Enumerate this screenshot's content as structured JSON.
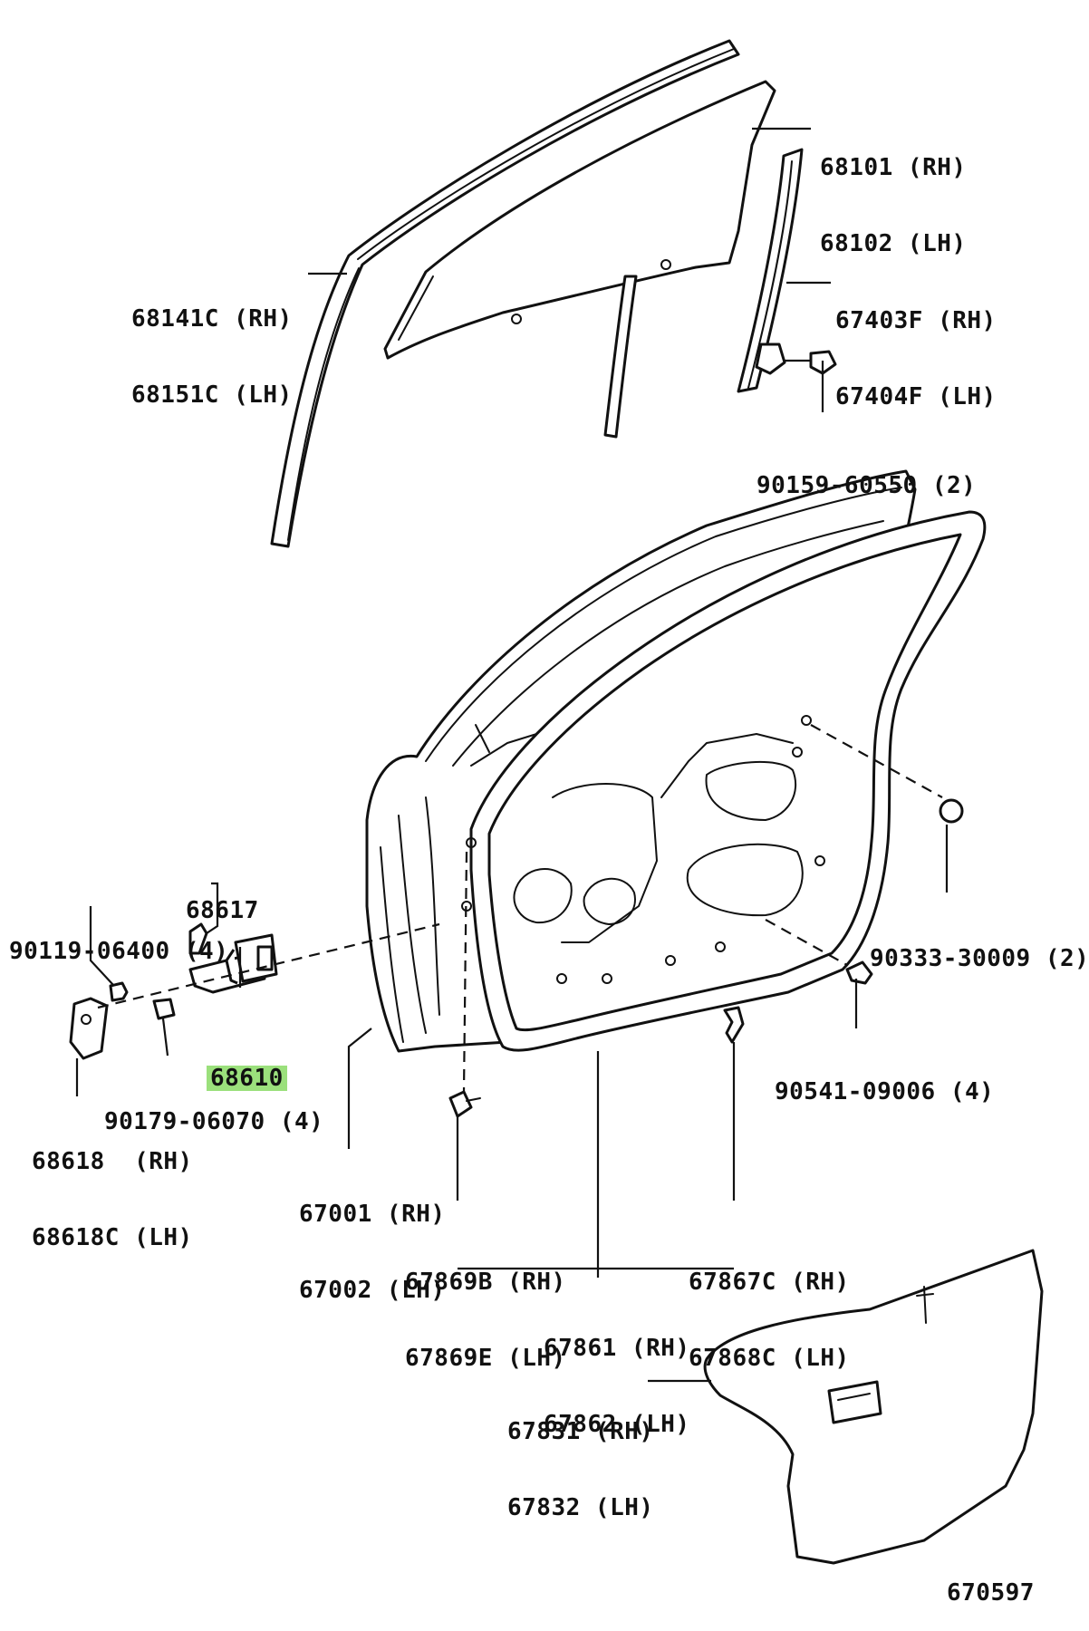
{
  "diagram_id": "670597",
  "highlight_color": "#9be07c",
  "labels": {
    "glass": [
      "68101 (RH)",
      "68102 (LH)"
    ],
    "run_channel": [
      "68141C (RH)",
      "68151C (LH)"
    ],
    "rear_channel": [
      "67403F (RH)",
      "67404F (LH)"
    ],
    "channel_bolt": "90159-60550 (2)",
    "hinge_pin": "68617",
    "hinge_bolt": "90119-06400 (4)",
    "hinge_assy": "68610",
    "hinge_nut": "90179-06070 (4)",
    "hinge_bracket": [
      "68618  (RH)",
      "68618C (LH)"
    ],
    "door_panel": [
      "67001 (RH)",
      "67002 (LH)"
    ],
    "hole_plug": "90333-30009 (2)",
    "weather_clip": "90541-09006 (4)",
    "clip_b": [
      "67869B (RH)",
      "67869E (LH)"
    ],
    "clip_c": [
      "67867C (RH)",
      "67868C (LH)"
    ],
    "weatherstrip": [
      "67861 (RH)",
      "67862 (LH)"
    ],
    "service_hole_cover": [
      "67831 (RH)",
      "67832 (LH)"
    ]
  }
}
